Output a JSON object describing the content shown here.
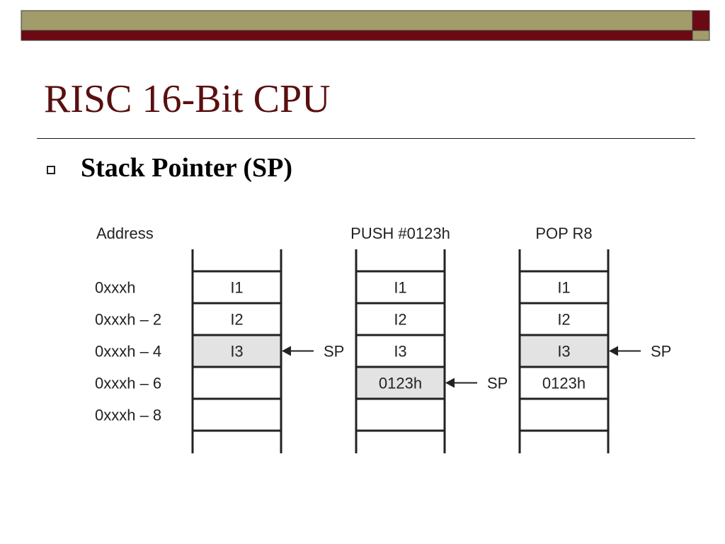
{
  "slide": {
    "title": "RISC 16-Bit CPU",
    "bullet": "Stack Pointer (SP)"
  },
  "colors": {
    "olive": "#a29b6a",
    "maroon": "#6b0a14",
    "title": "#5a0f0f",
    "highlight": "#e3e3e3"
  },
  "diagram": {
    "address_header": "Address",
    "addresses": [
      "0xxxh",
      "0xxxh – 2",
      "0xxxh – 4",
      "0xxxh – 6",
      "0xxxh – 8"
    ],
    "stacks": [
      {
        "header": "",
        "cells": [
          "I1",
          "I2",
          "I3",
          "",
          ""
        ],
        "highlight_index": 2,
        "sp_index": 2,
        "sp_label": "SP"
      },
      {
        "header": "PUSH #0123h",
        "cells": [
          "I1",
          "I2",
          "I3",
          "0123h",
          ""
        ],
        "highlight_index": 3,
        "sp_index": 3,
        "sp_label": "SP"
      },
      {
        "header": "POP R8",
        "cells": [
          "I1",
          "I2",
          "I3",
          "0123h",
          ""
        ],
        "highlight_index": 2,
        "sp_index": 2,
        "sp_label": "SP"
      }
    ]
  }
}
